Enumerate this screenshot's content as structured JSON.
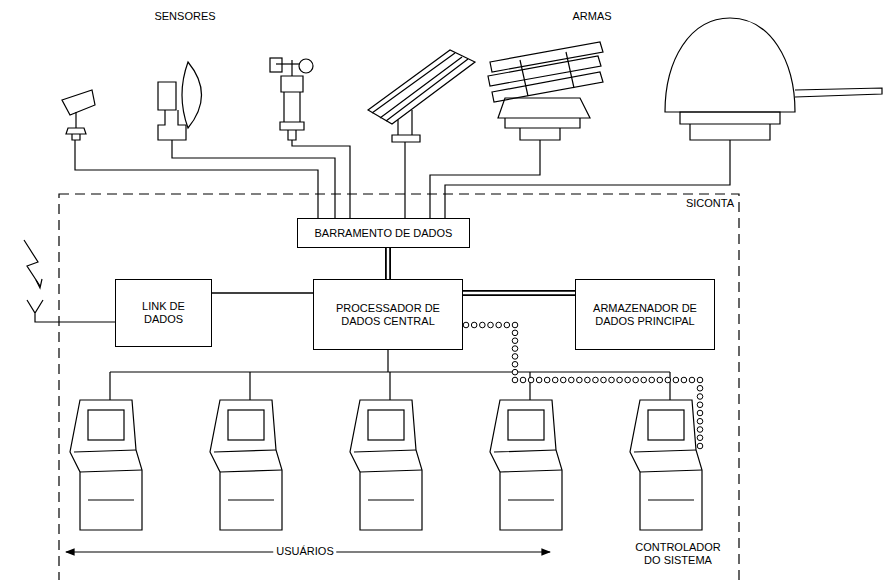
{
  "diagram": {
    "nodes": [
      {
        "text": [
          "SICONTA"
        ]
      },
      {
        "text": [
          "BARRAMENTO DE DADOS"
        ],
        "in": 0
      },
      {
        "text": [
          "LINK DE DADOS"
        ],
        "in": 0
      },
      {
        "text": [
          "PROCESSADOR DE DADOS CENTRAL"
        ],
        "in": 0
      },
      {
        "text": [
          "ARMAZENADOR DE DADOS PRINCIPAL"
        ],
        "in": 0
      }
    ],
    "edges": [
      {
        "from": 1,
        "to": 3,
        "arrow": "none"
      },
      {
        "from": 2,
        "to": 3,
        "arrow": "none"
      },
      {
        "from": 3,
        "to": 4,
        "arrow": "none"
      }
    ],
    "labels": [
      "SENSORES",
      "ARMAS",
      "USUÁRIOS",
      "CONTROLADOR DO SISTEMA"
    ]
  }
}
